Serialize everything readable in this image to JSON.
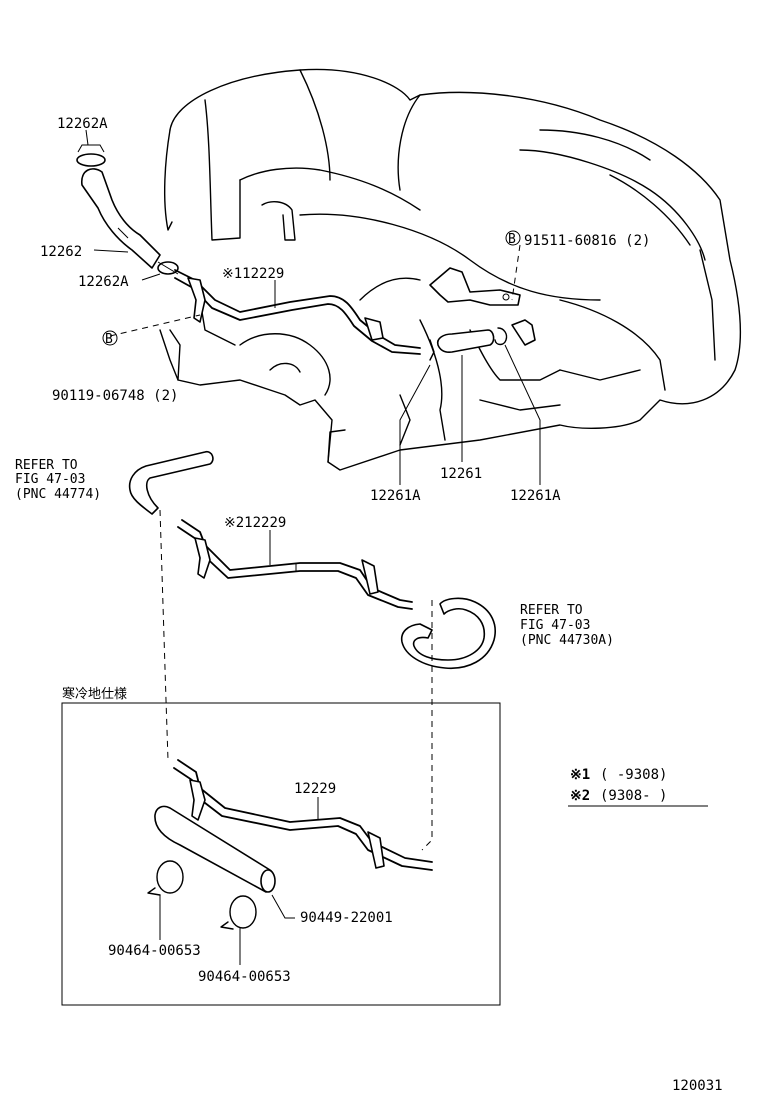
{
  "labels": {
    "p12262A_top": "12262A",
    "p12262": "12262",
    "p12262A_mid": "12262A",
    "p112229": "※112229",
    "p91511": "91511-60816 (2)",
    "bolt_b1": "B",
    "bolt_b2": "B",
    "p90119": "90119-06748 (2)",
    "p12261": "12261",
    "p12261A_left": "12261A",
    "p12261A_right": "12261A",
    "refer1_l1": "REFER TO",
    "refer1_l2": "FIG 47-03",
    "refer1_l3": "(PNC 44774)",
    "p212229": "※212229",
    "refer2_l1": "REFER TO",
    "refer2_l2": "FIG 47-03",
    "refer2_l3": "(PNC 44730A)",
    "cold_spec": "寒冷地仕様",
    "p12229": "12229",
    "p90449": "90449-22001",
    "p90464_a": "90464-00653",
    "p90464_b": "90464-00653",
    "note1_mark": "※1",
    "note1_text": "(      -9308)",
    "note2_mark": "※2",
    "note2_text": "(9308-      )",
    "fig_number": "120031"
  }
}
